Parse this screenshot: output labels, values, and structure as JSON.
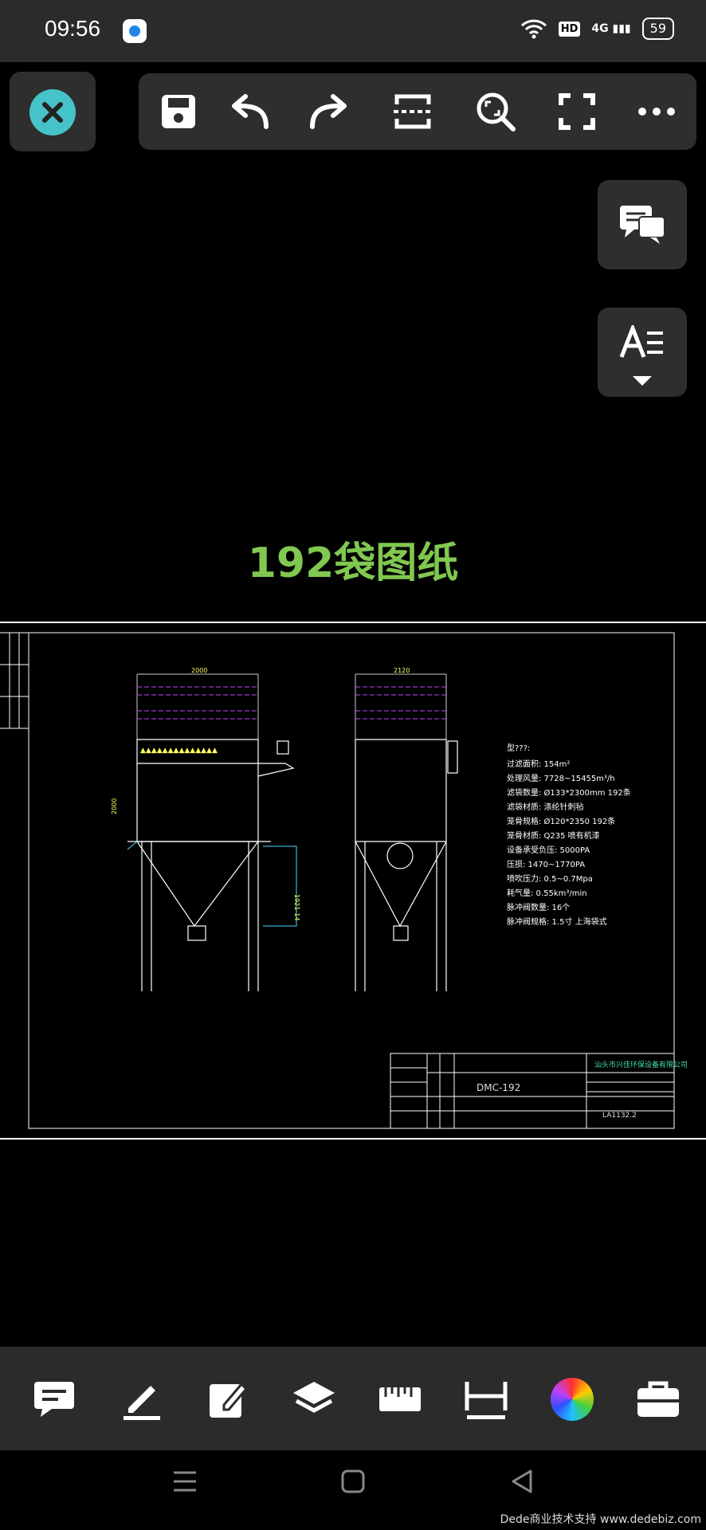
{
  "status": {
    "time": "09:56",
    "hd": "HD",
    "network": "4G",
    "battery": "59"
  },
  "title": "192袋图纸",
  "drawing": {
    "dim_left_top": "2000",
    "dim_right_top": "2120",
    "specs": [
      "型???:",
      "过滤面积: 154m²",
      "处理风量: 7728~15455m³/h",
      "滤袋数量: Ø133*2300mm      192条",
      "滤袋材质:        涤纶针刺毡",
      "笼骨规格: Ø120*2350     192条",
      "笼骨材质: Q235  喷有机漆",
      "设备承受负压: 5000PA",
      "压损: 1470~1770PA",
      "喷吹压力: 0.5~0.7Mpa",
      "耗气量: 0.55km³/min",
      "脉冲阀数量: 16个",
      "脉冲阀规格: 1.5寸     上海袋式"
    ],
    "company": "汕头市兴佳环保设备有限公司",
    "model": "DMC-192",
    "drawing_no": "LA1132.2"
  },
  "watermark": "Dede商业技术支持 www.dedebiz.com"
}
